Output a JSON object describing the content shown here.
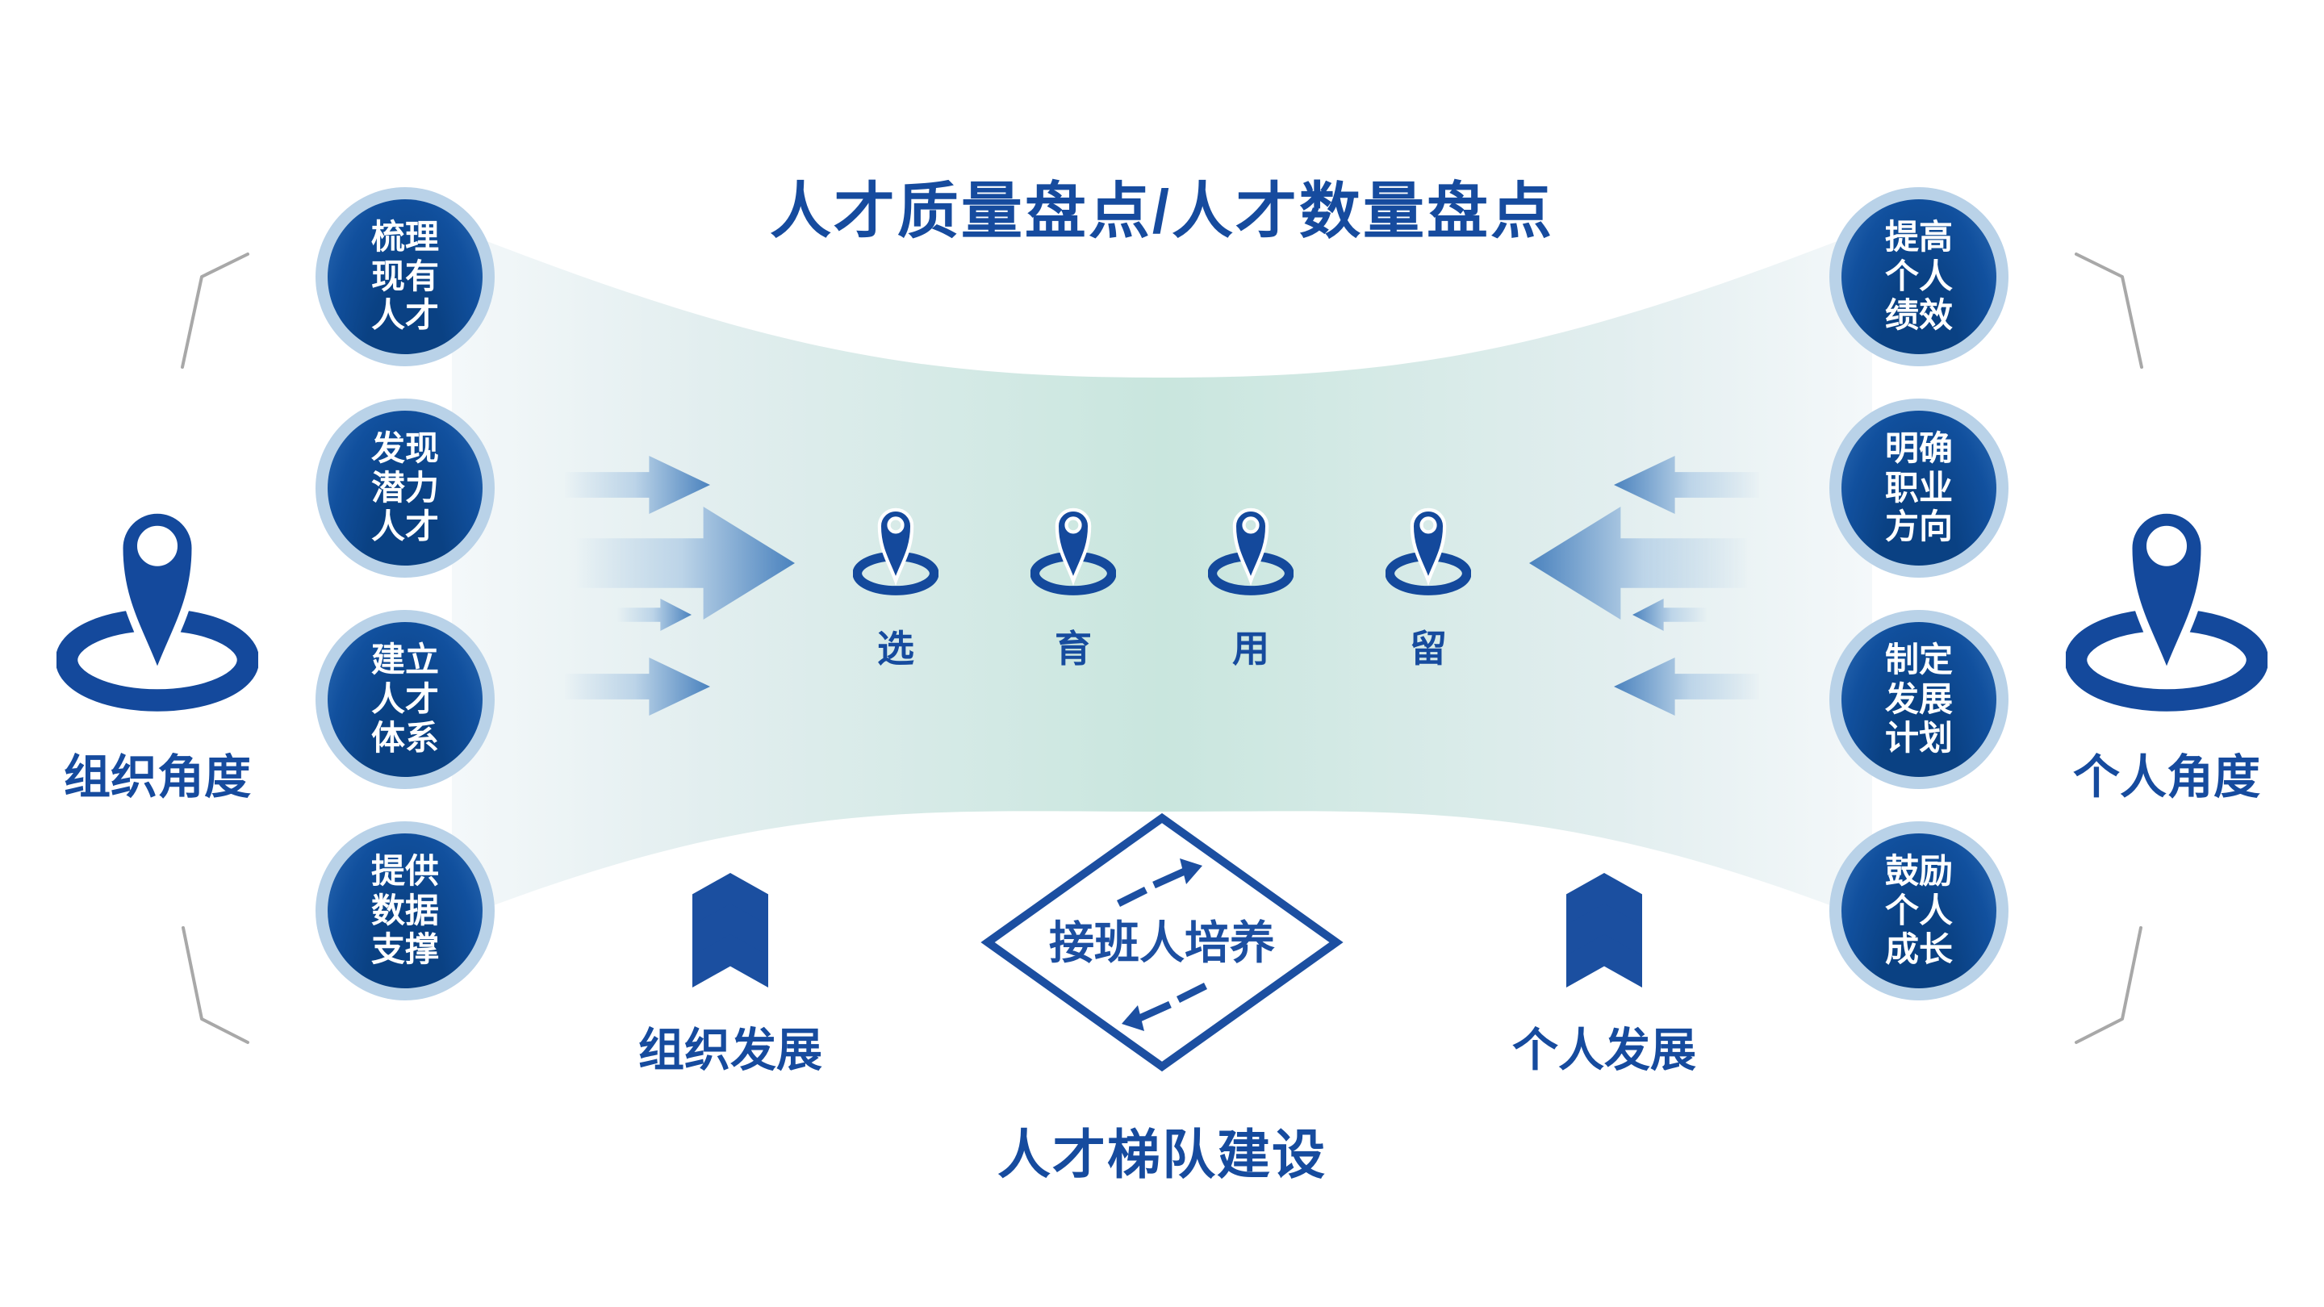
{
  "title": "人才质量盘点/人才数量盘点",
  "left_side": {
    "label": "组织角度"
  },
  "right_side": {
    "label": "个人角度"
  },
  "left_circles": [
    "梳理\n现有\n人才",
    "发现\n潜力\n人才",
    "建立\n人才\n体系",
    "提供\n数据\n支撑"
  ],
  "right_circles": [
    "提高\n个人\n绩效",
    "明确\n职业\n方向",
    "制定\n发展\n计划",
    "鼓励\n个人\n成长"
  ],
  "process_pins": [
    "选",
    "育",
    "用",
    "留"
  ],
  "bottom": {
    "diamond_label": "接班人培养",
    "caption": "人才梯队建设",
    "left_development": "组织发展",
    "right_development": "个人发展"
  },
  "colors": {
    "primary_blue": "#164B9E",
    "circle_dark_blue": "#0E4C96",
    "circle_light_ring": "#B9D2E8",
    "teal_background": "#C9E6DE",
    "arrow_blue": "#4A82BE",
    "bracket_gray": "#A8A8A8"
  }
}
